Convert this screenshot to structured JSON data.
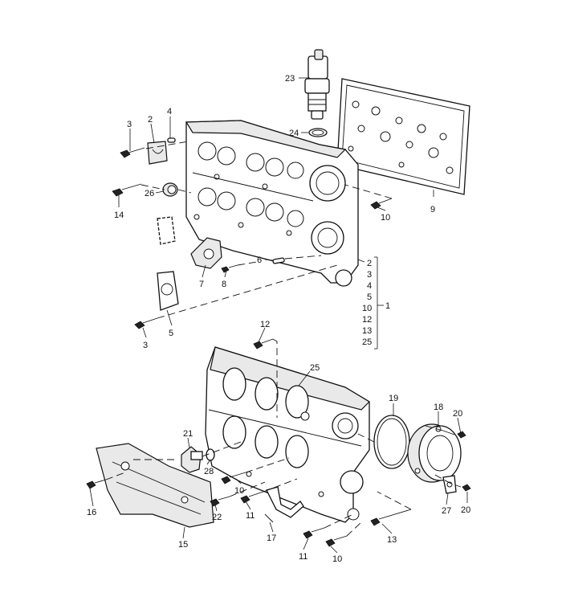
{
  "callouts": {
    "c23": "23",
    "c24": "24",
    "c9": "9",
    "c3a": "3",
    "c2": "2",
    "c4": "4",
    "c14": "14",
    "c26": "26",
    "c10a": "10",
    "c6": "6",
    "c7": "7",
    "c8": "8",
    "c3b": "3",
    "c5": "5",
    "c12": "12",
    "c25": "25",
    "c19": "19",
    "c18": "18",
    "c20a": "20",
    "c21": "21",
    "c28": "28",
    "c10b": "10",
    "c16": "16",
    "c22": "22",
    "c11a": "11",
    "c17": "17",
    "c11b": "11",
    "c10c": "10",
    "c13": "13",
    "c27": "27",
    "c20b": "20",
    "c15": "15"
  },
  "group_list": {
    "items": [
      "2",
      "3",
      "4",
      "5",
      "10",
      "12",
      "13",
      "25"
    ],
    "label": "1"
  }
}
